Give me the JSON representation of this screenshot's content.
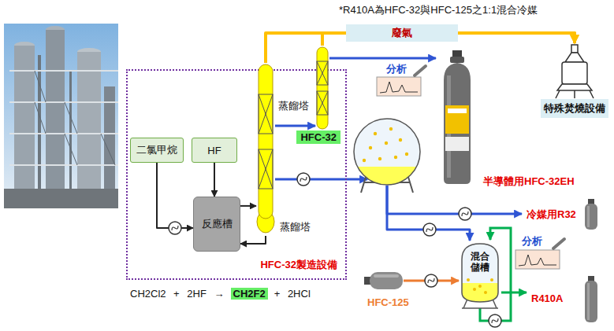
{
  "diagram": {
    "nodes": [
      {
        "text": [
          "HFC-32製造設備"
        ]
      },
      {
        "text": [
          "二氯甲烷"
        ],
        "in": 0
      },
      {
        "text": [
          "HF"
        ],
        "in": 0
      },
      {
        "text": [
          "反應槽"
        ],
        "in": 0
      },
      {
        "text": [
          "蒸餾塔"
        ],
        "in": 0
      },
      {
        "text": [
          "蒸餾塔"
        ]
      },
      {
        "text": [
          "HFC-32"
        ]
      },
      {
        "text": [
          "半導體用HFC-32EH"
        ]
      },
      {
        "text": [
          "特殊焚燒設備"
        ]
      },
      {
        "text": [
          "冷媒用R32"
        ]
      },
      {
        "text": [
          "混合儲槽"
        ]
      },
      {
        "text": [
          "HFC-125"
        ]
      },
      {
        "text": [
          "R410A"
        ]
      }
    ],
    "edges": [
      {
        "from": 1,
        "to": 3,
        "arrow": "to"
      },
      {
        "from": 2,
        "to": 3,
        "arrow": "to"
      },
      {
        "from": 3,
        "to": 4,
        "arrow": "to"
      },
      {
        "from": 4,
        "to": 3,
        "arrow": "to"
      },
      {
        "from": 4,
        "to": 5,
        "arrow": "to"
      },
      {
        "from": 4,
        "to": 8,
        "label": "廢氣",
        "arrow": "to"
      },
      {
        "from": 5,
        "to": 8,
        "arrow": "to"
      },
      {
        "from": 5,
        "to": 7,
        "arrow": "to"
      },
      {
        "from": 4,
        "to": 6,
        "arrow": "to"
      },
      {
        "from": 6,
        "to": 9,
        "arrow": "to"
      },
      {
        "from": 6,
        "to": 10,
        "arrow": "to"
      },
      {
        "from": 11,
        "to": 10,
        "arrow": "to"
      },
      {
        "from": 10,
        "to": 12,
        "arrow": "to"
      }
    ],
    "labels": [
      "*R410A為HFC-32與HFC-125之1:1混合冷媒",
      "分析",
      "分析",
      "CH2Cl2 + 2HF →",
      "CH2F2",
      "+ 2HCl"
    ]
  }
}
